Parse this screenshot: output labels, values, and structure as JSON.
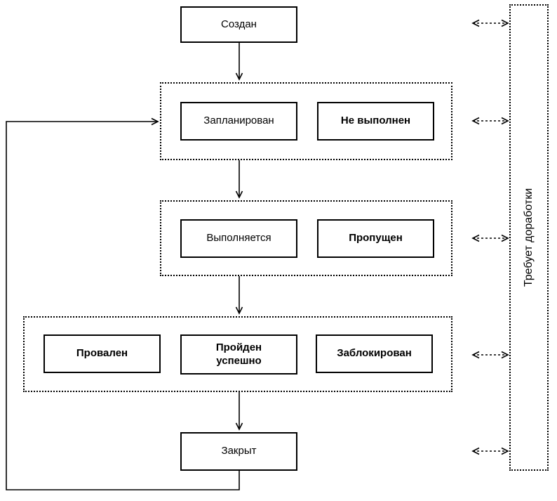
{
  "diagram": {
    "type": "state-flow-diagram",
    "colors": {
      "stroke": "#000000",
      "background": "#ffffff",
      "node_fill": "#ffffff"
    },
    "nodes": {
      "created": "Создан",
      "scheduled": "Запланирован",
      "not_executed": "Не выполнен",
      "running": "Выполняется",
      "skipped": "Пропущен",
      "failed": "Провален",
      "passed": "Пройден\nуспешно",
      "blocked": "Заблокирован",
      "closed": "Закрыт",
      "rework": "Требует доработки"
    }
  }
}
